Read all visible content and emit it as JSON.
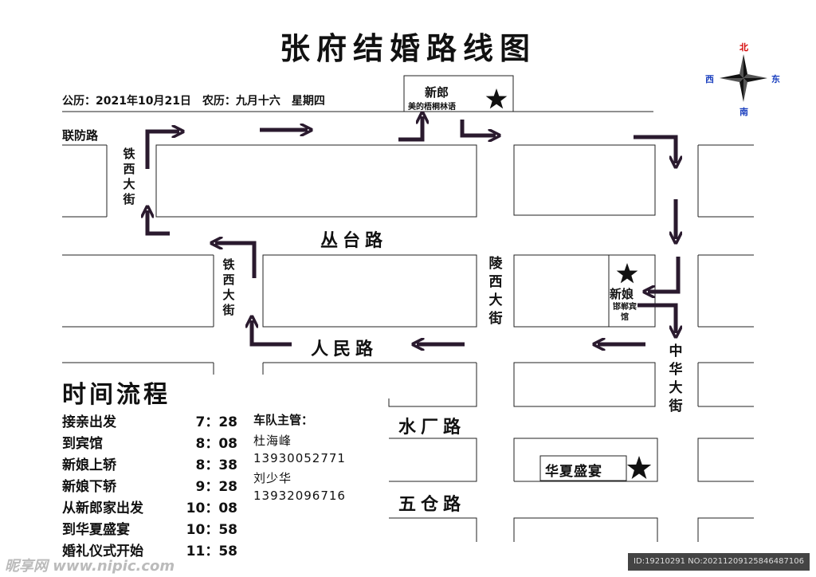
{
  "title": "张府结婚路线图",
  "date_line": "公历：2021年10月21日　农历：九月十六　星期四",
  "compass": {
    "north": "北",
    "south": "南",
    "east": "东",
    "west": "西",
    "north_color": "#d40000",
    "other_color": "#1a3fbf"
  },
  "roads": {
    "lianfang": "联防路",
    "tiexi": "铁西大街",
    "congtai": "丛台路",
    "lingxi": "陵西大街",
    "renmin": "人民路",
    "zhonghua": "中华大街",
    "shuichang": "水厂路",
    "wucang": "五仓路"
  },
  "places": {
    "groom_label": "新郎",
    "groom_place": "美的梧桐林语",
    "bride_label": "新娘",
    "bride_place": "邯郸宾馆",
    "venue": "华夏盛宴"
  },
  "timeline": {
    "title": "时间流程",
    "items": [
      {
        "event": "接亲出发",
        "time": "7：28"
      },
      {
        "event": "到宾馆",
        "time": "8：08"
      },
      {
        "event": "新娘上轿",
        "time": "8：38"
      },
      {
        "event": "新娘下轿",
        "time": "9：28"
      },
      {
        "event": "从新郎家出发",
        "time": "10：08"
      },
      {
        "event": "到华夏盛宴",
        "time": "10：58"
      },
      {
        "event": "婚礼仪式开始",
        "time": "11：58"
      }
    ]
  },
  "fleet": {
    "label": "车队主管：",
    "manager1_name": "杜海峰",
    "manager1_phone": "13930052771",
    "manager2_name": "刘少华",
    "manager2_phone": "13932096716"
  },
  "watermark": {
    "left": "昵享网 www.nipic.com",
    "right": "ID:19210291 NO:20211209125846487106"
  },
  "colors": {
    "route_arrow": "#2a1a2e",
    "star": "#111111"
  }
}
